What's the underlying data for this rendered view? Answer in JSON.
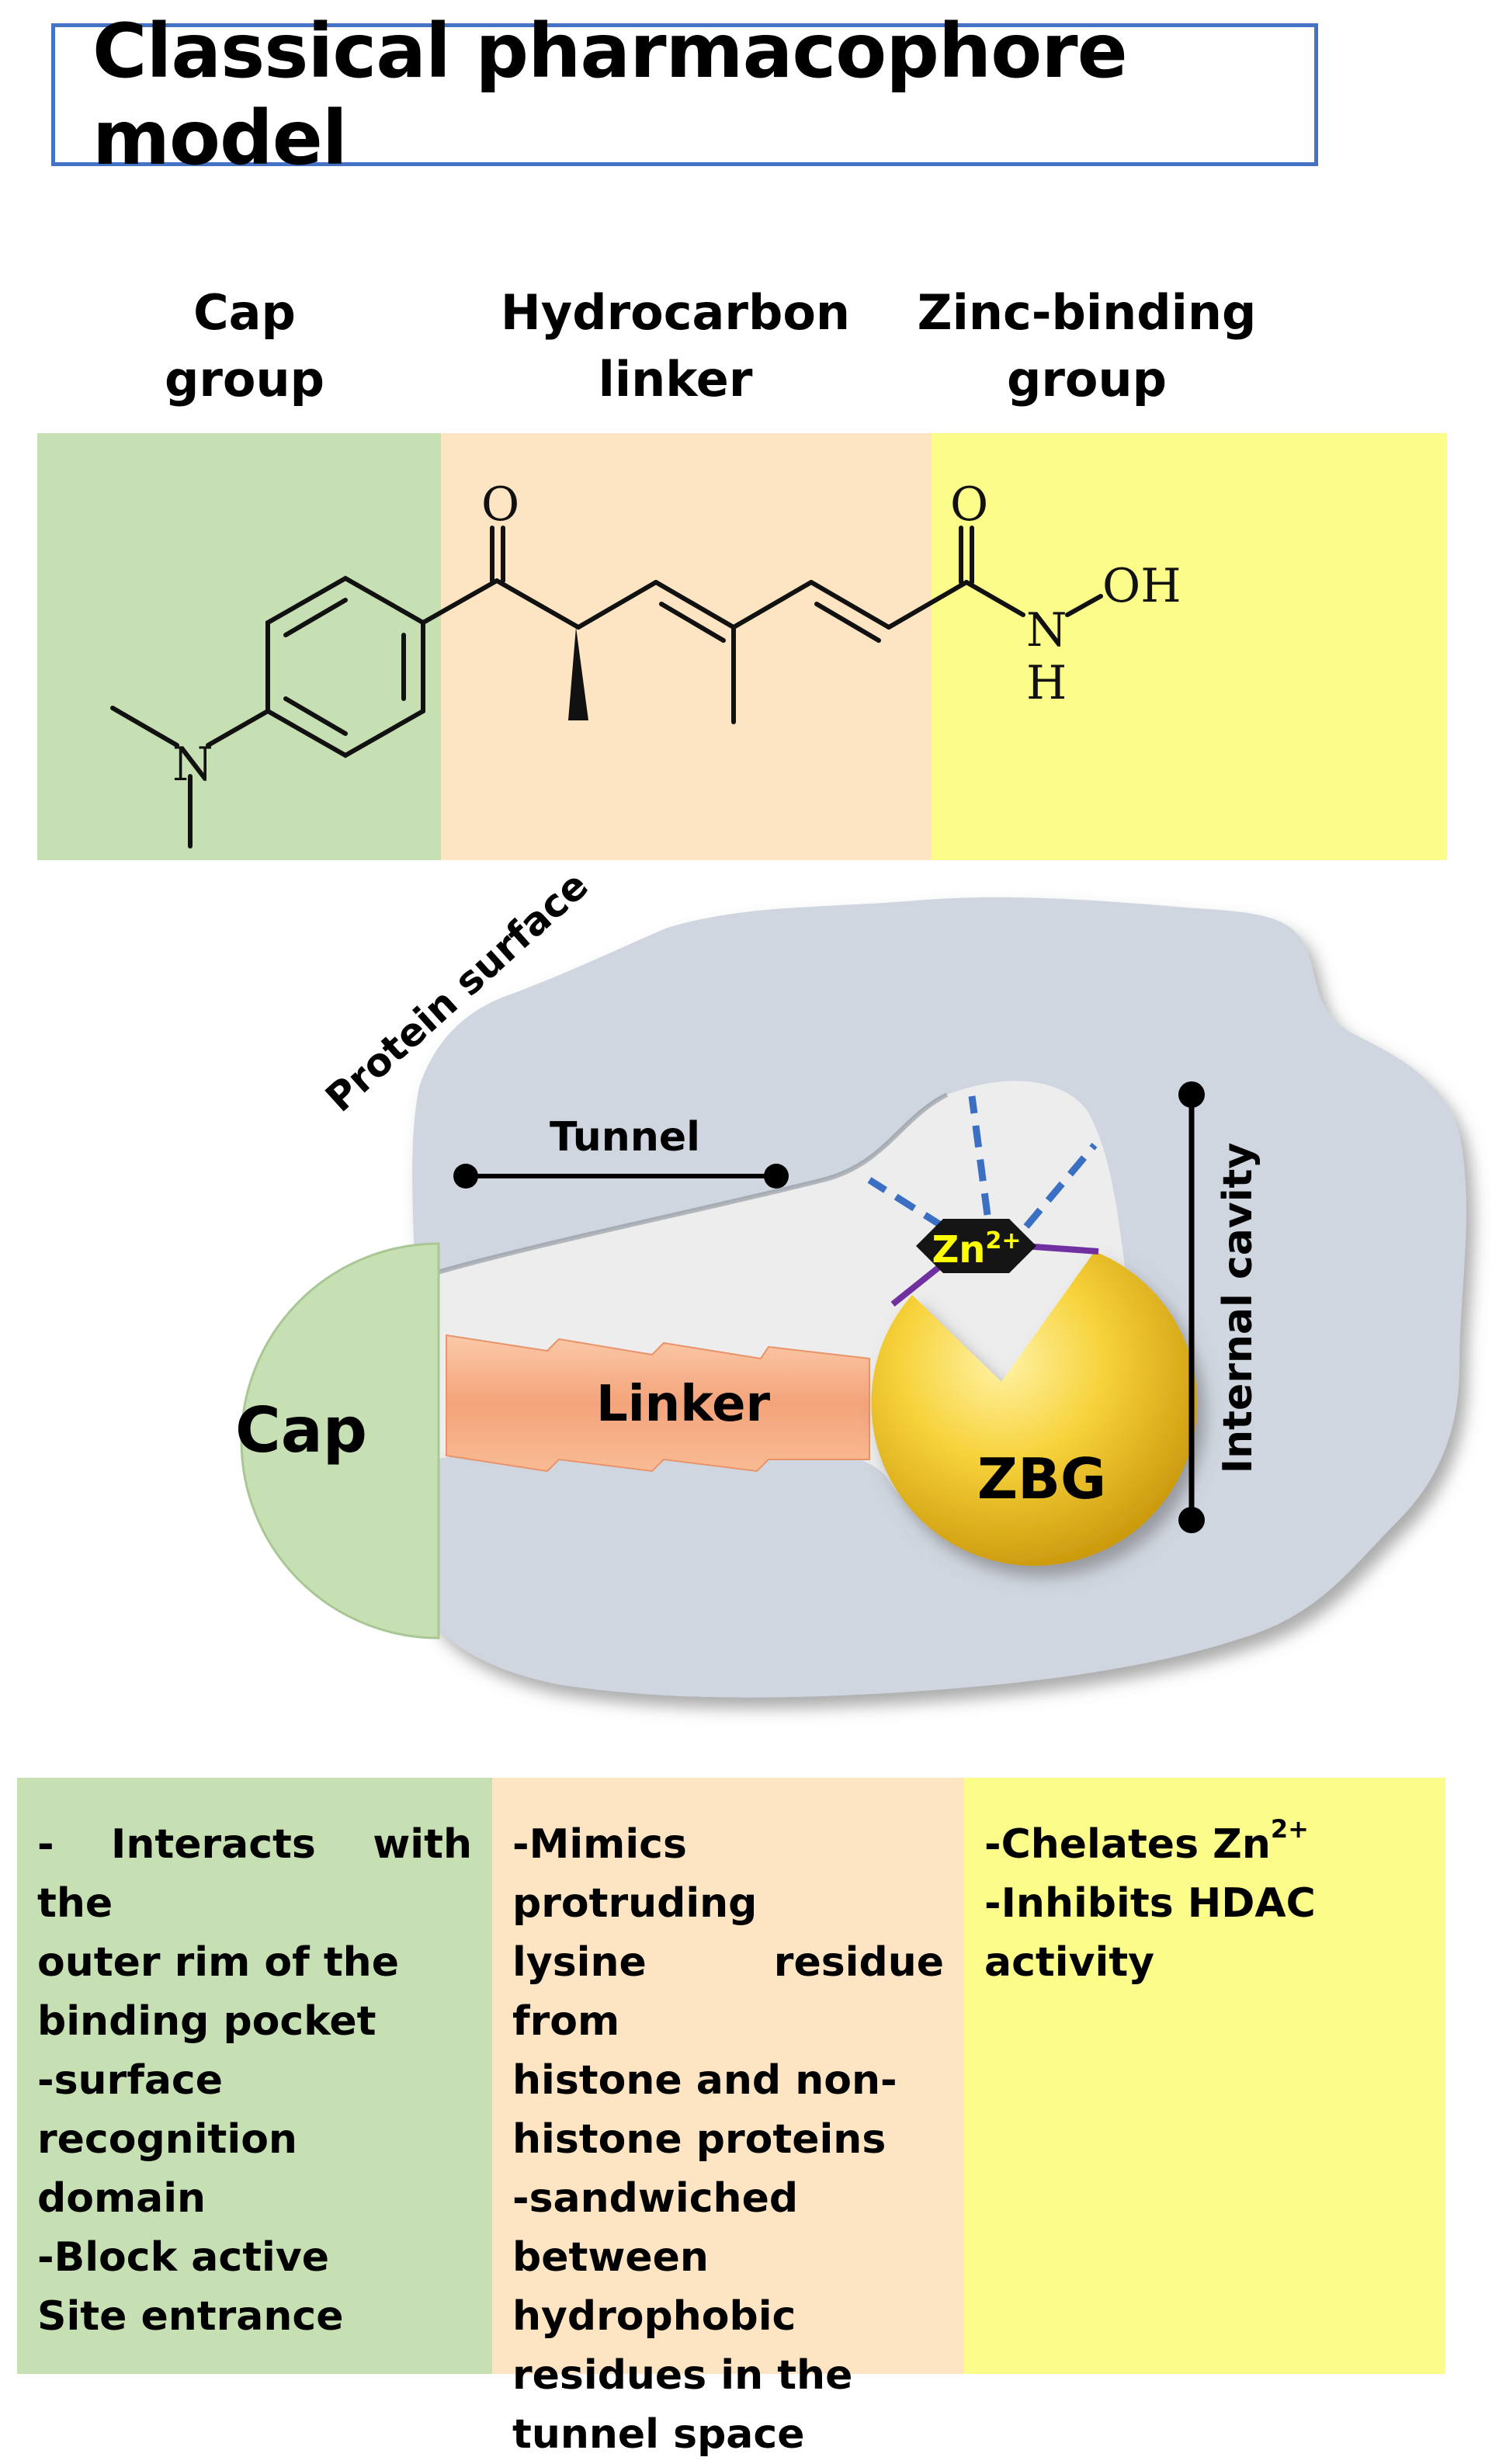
{
  "title": "Classical pharmacophore model",
  "column_headers": {
    "cap": [
      "Cap",
      "group"
    ],
    "linker": [
      "Hydrocarbon",
      "linker"
    ],
    "zinc": [
      "Zinc-binding",
      "group"
    ]
  },
  "structure_atoms": {
    "n_amine": "N",
    "o_ketone": "O",
    "o_amide": "O",
    "n_amide": "N",
    "h_amide": "H",
    "oh": "OH"
  },
  "diagram_labels": {
    "protein_surface": "Protein surface",
    "tunnel": "Tunnel",
    "internal_cavity": "Internal cavity",
    "cap": "Cap",
    "linker": "Linker",
    "zbg": "ZBG",
    "zinc_base": "Zn",
    "zinc_charge": "2+"
  },
  "descriptions": {
    "cap": [
      "- Interacts with the",
      "outer rim of the",
      "binding pocket",
      "-surface",
      "recognition domain",
      "-Block active",
      "Site entrance"
    ],
    "linker": [
      "-Mimics protruding",
      "lysine residue from",
      "histone and non-",
      "histone proteins",
      "-sandwiched",
      "between",
      "hydrophobic",
      "residues in the",
      "tunnel space"
    ],
    "zinc": {
      "line1_base": "-Chelates Zn",
      "line1_charge": "2+",
      "line2": "-Inhibits HDAC",
      "line3": "activity"
    }
  },
  "colors": {
    "title_border": "#4472c4",
    "cap_green": "#c6e0b4",
    "linker_peach": "#fde4c2",
    "zbg_yellow": "#fcfc8b",
    "protein_gray": "#d0d6e0",
    "cavity_light": "#ededee",
    "linker_orange": "#f7b088",
    "zbg_gold": "#f5c518",
    "zinc_text": "#ffff00",
    "bond_blue": "#3a6fc4",
    "bond_purple": "#7030a0"
  }
}
